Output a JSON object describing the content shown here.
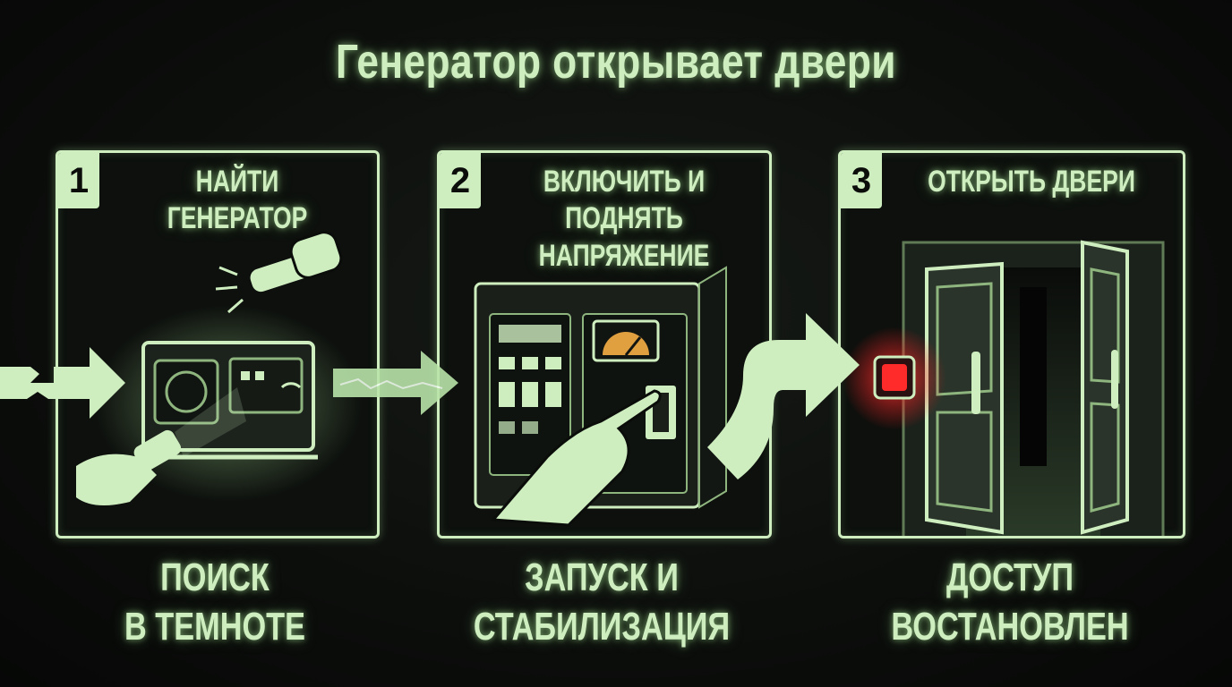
{
  "title": "Генератор открывает двери",
  "steps": [
    {
      "number": "1",
      "heading": "НАЙТИ ГЕНЕРАТОР",
      "caption": "ПОИСК\nВ ТЕМНОТЕ"
    },
    {
      "number": "2",
      "heading": "ВКЛЮЧИТЬ И\nПОДНЯТЬ НАПРЯЖЕНИЕ",
      "caption": "ЗАПУСК И\nСТАБИЛИЗАЦИЯ"
    },
    {
      "number": "3",
      "heading": "ОТКРЫТЬ ДВЕРИ",
      "caption": "ДОСТУП\nВОСТАНОВЛЕН"
    }
  ],
  "colors": {
    "glow": "#cfeec0",
    "alarm": "#ff2020",
    "gauge": "#e0a040",
    "background": "#0b0d0b"
  },
  "icons": [
    "generator-icon",
    "flashlight-icon",
    "control-panel-icon",
    "gauge-icon",
    "vault-door-icon",
    "alarm-light-icon",
    "arrow-icon"
  ]
}
